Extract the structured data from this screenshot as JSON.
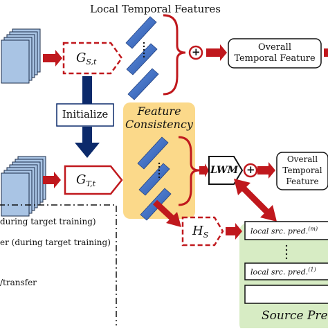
{
  "title": "Local Temporal Features",
  "source": {
    "generator": {
      "symbol": "G",
      "sub": "S,t"
    },
    "overall_feature": [
      "Overall",
      "Temporal Feature"
    ]
  },
  "initialize_label": "Initialize",
  "consistency": {
    "line1": "Feature",
    "line2": "Consistency"
  },
  "target": {
    "generator": {
      "symbol": "G",
      "sub": "T,t"
    },
    "lwm_label": "LWM",
    "overall_feature": [
      "Overall",
      "Temporal",
      "Feature"
    ]
  },
  "hs": {
    "symbol": "H",
    "sub": "S"
  },
  "plus_symbol": "+",
  "predictions": {
    "items": [
      "local src. pred.",
      "local src. pred."
    ],
    "superscripts": [
      "(m)",
      "(1)"
    ],
    "panel_title": "Source Pre"
  },
  "legend_lines": [
    "during target training)",
    "er (during target training)",
    "/transfer"
  ],
  "colors": {
    "red": "#c0181d",
    "navy": "#0c2a6b",
    "panel_yellow": "#fbd98a",
    "panel_green": "#d7ecc4",
    "clip_blue": "#a9c4e4",
    "bar_blue": "#3d6fc6"
  }
}
